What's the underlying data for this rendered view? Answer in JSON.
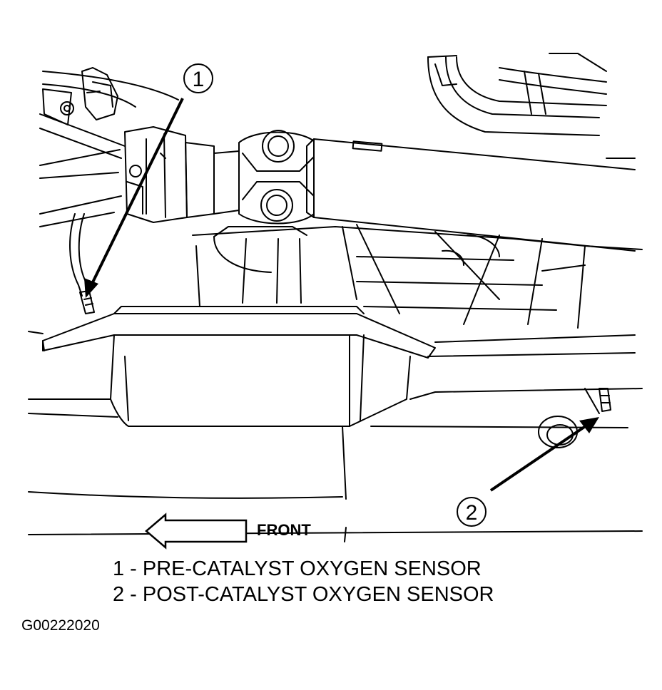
{
  "callouts": [
    {
      "number": "1",
      "label": "PRE-CATALYST OXYGEN SENSOR"
    },
    {
      "number": "2",
      "label": "POST-CATALYST OXYGEN SENSOR"
    }
  ],
  "direction_label": "FRONT",
  "legend": [
    "1 - PRE-CATALYST OXYGEN SENSOR",
    "2 - POST-CATALYST OXYGEN SENSOR"
  ],
  "figure_code": "G00222020",
  "colors": {
    "line": "#000000",
    "background": "#ffffff"
  }
}
